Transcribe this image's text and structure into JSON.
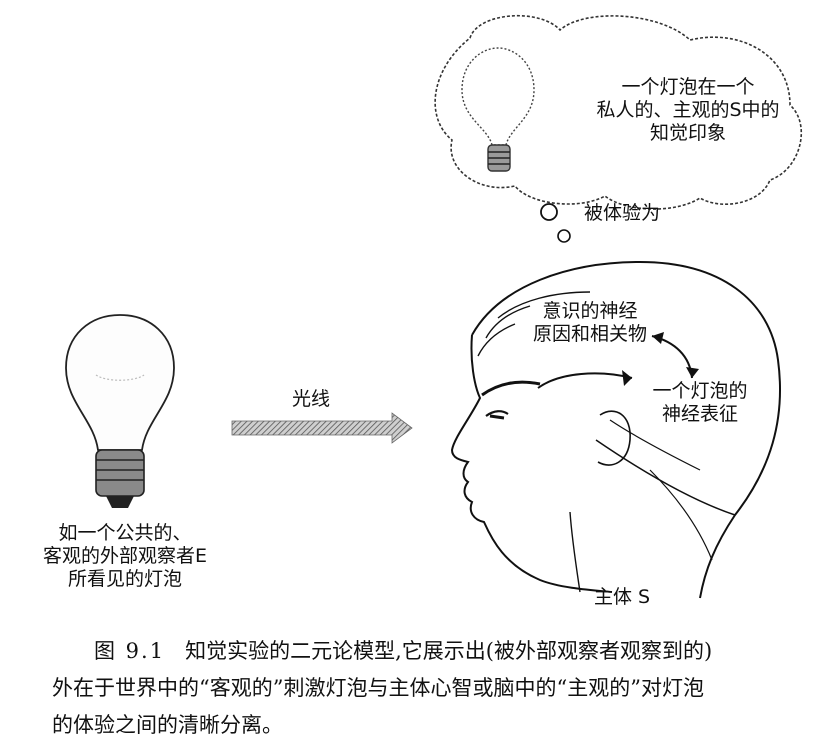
{
  "labels": {
    "thought_l1": "一个灯泡在一个",
    "thought_l2": "私人的、主观的S中的",
    "thought_l3": "知觉印象",
    "experienced_as": "被体验为",
    "neural_l1": "意识的神经",
    "neural_l2": "原因和相关物",
    "repr_l1": "一个灯泡的",
    "repr_l2": "神经表征",
    "light": "光线",
    "public_l1": "如一个公共的、",
    "public_l2": "客观的外部观察者E",
    "public_l3": "所看见的灯泡",
    "subject": "主体 S"
  },
  "caption": {
    "number": "图 9.1",
    "line1": "知觉实验的二元论模型,它展示出(被外部观察者观察到的)",
    "line2": "外在于世界中的“客观的”刺激灯泡与主体心智或脑中的“主观的”对灯泡",
    "line3": "的体验之间的清晰分离。"
  }
}
